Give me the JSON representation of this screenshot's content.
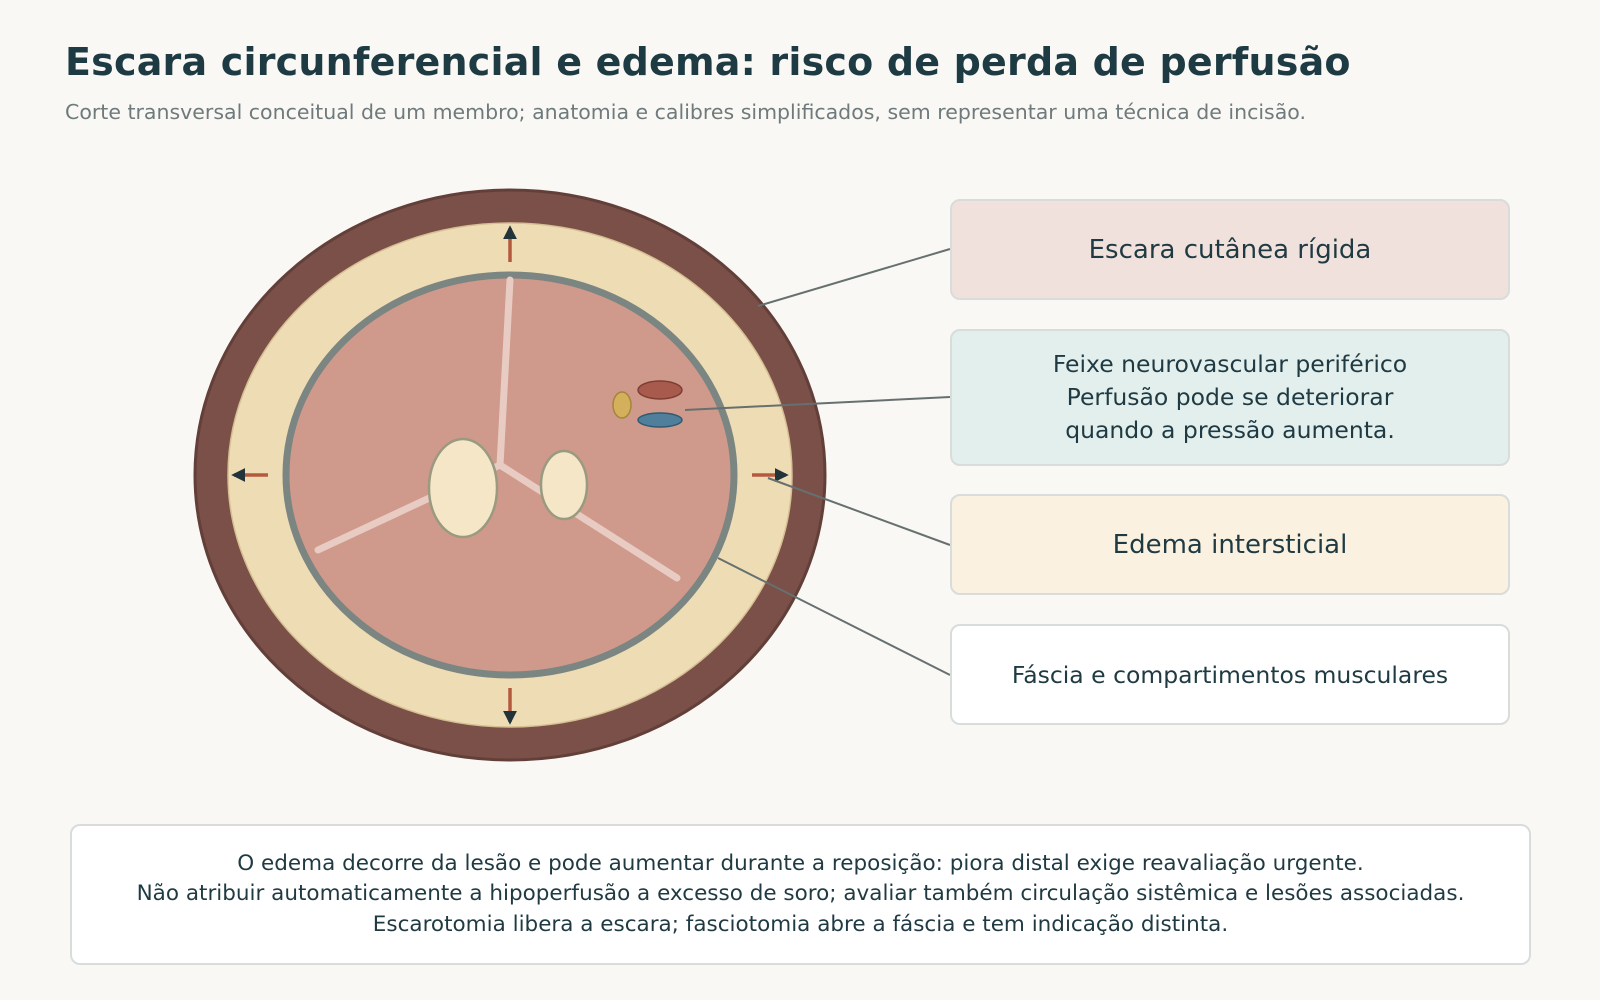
{
  "title": "Escara circunferencial e edema: risco de perda de perfusão",
  "subtitle": "Corte transversal conceitual de um membro; anatomia e calibres simplificados, sem representar uma técnica de incisão.",
  "callouts": {
    "escara": "Escara cutânea rígida",
    "feixe_title": "Feixe neurovascular periférico",
    "feixe_line1": "Perfusão pode se deteriorar",
    "feixe_line2": "quando a pressão aumenta.",
    "edema": "Edema intersticial",
    "fascia": "Fáscia e compartimentos musculares"
  },
  "note": {
    "line1": "O edema decorre da lesão e pode aumentar durante a reposição: piora distal exige reavaliação urgente.",
    "line2": "Não atribuir automaticamente a hipoperfusão a excesso de soro; avaliar também circulação sistêmica e lesões associadas.",
    "line3": "Escarotomia libera a escara; fasciotomia abre a fáscia e tem indicação distinta."
  },
  "colors": {
    "eschar": "#7a5049",
    "edema": "#eedcb5",
    "fascia": "#7b8582",
    "muscle": "#cf9a8b",
    "septum": "#e8cbc2",
    "bone": "#f4e6c7",
    "artery": "#a85a4c",
    "vein": "#4f7f9a",
    "nerve": "#d5b05c",
    "arrow": "#b5593e",
    "leader": "#66706f"
  }
}
